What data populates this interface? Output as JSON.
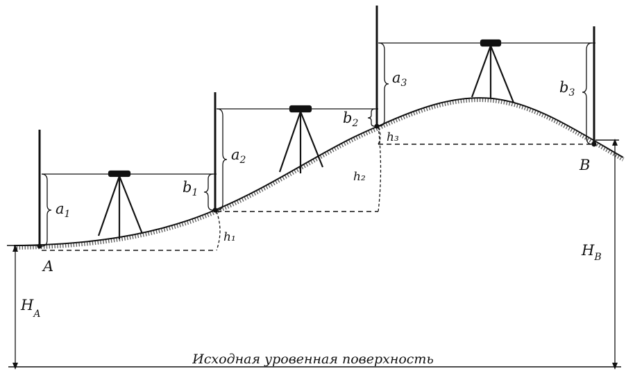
{
  "points": {
    "A": "A",
    "B": "B"
  },
  "heights": {
    "HA": {
      "main": "H",
      "sub": "A"
    },
    "HB": {
      "main": "H",
      "sub": "B"
    }
  },
  "readings": {
    "a1": {
      "main": "a",
      "sub": "1"
    },
    "a2": {
      "main": "a",
      "sub": "2"
    },
    "a3": {
      "main": "a",
      "sub": "3"
    },
    "b1": {
      "main": "b",
      "sub": "1"
    },
    "b2": {
      "main": "b",
      "sub": "2"
    },
    "b3": {
      "main": "b",
      "sub": "3"
    }
  },
  "excesses": {
    "h1": "h₁",
    "h2": "h₂",
    "h3": "h₃"
  },
  "caption": "Исходная уровенная поверхность"
}
